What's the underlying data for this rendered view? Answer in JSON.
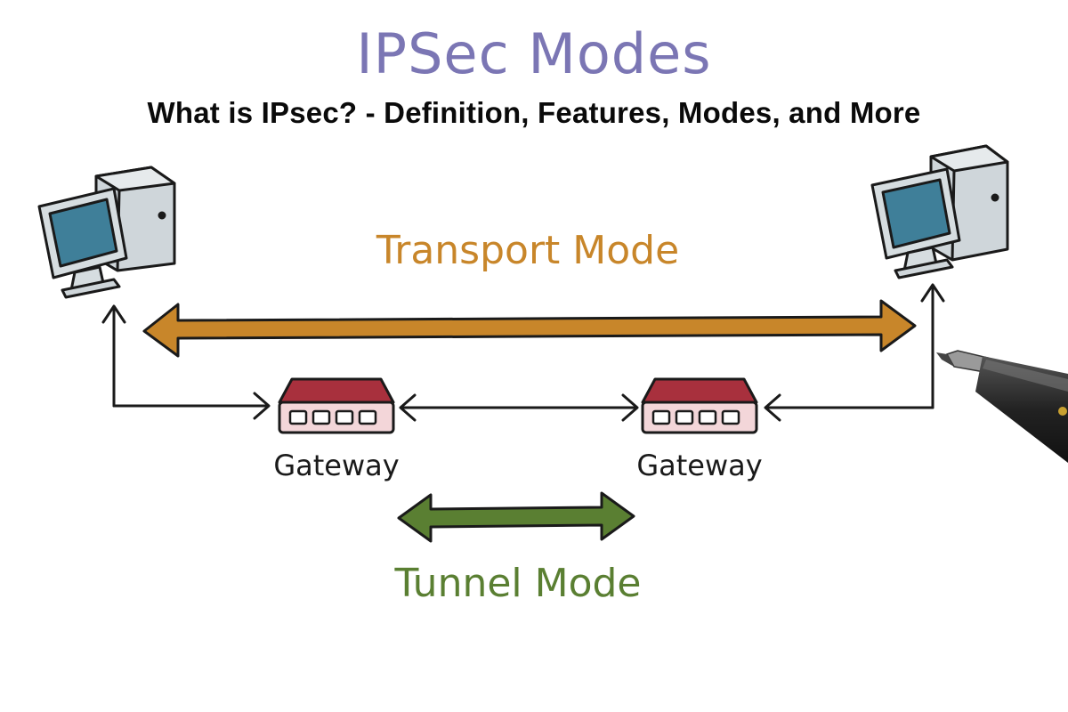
{
  "diagram": {
    "heading": "IPSec Modes",
    "banner_title": "What is IPsec? - Definition, Features, Modes, and More",
    "transport_label": "Transport Mode",
    "tunnel_label": "Tunnel Mode",
    "gateway_left_label": "Gateway",
    "gateway_right_label": "Gateway"
  },
  "colors": {
    "heading": "#7b76b4",
    "transport": "#c8862a",
    "tunnel": "#5a7f32",
    "gateway": "#a8303d",
    "monitor_screen": "#3f7f99",
    "ink": "#1a1a1a"
  },
  "icons": [
    "computer-icon",
    "gateway-icon",
    "pen-icon"
  ]
}
